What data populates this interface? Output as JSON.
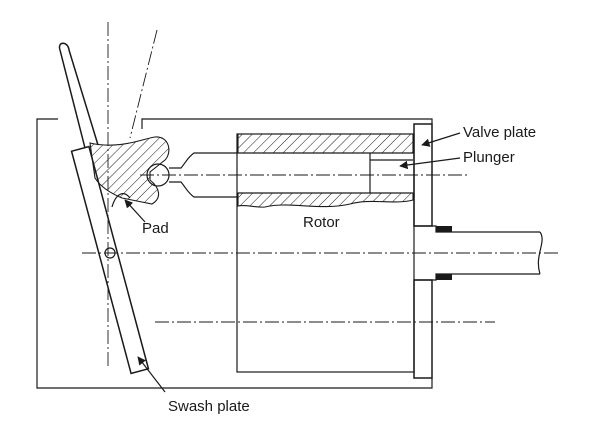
{
  "labels": {
    "valve_plate": "Valve plate",
    "plunger": "Plunger",
    "pad": "Pad",
    "rotor": "Rotor",
    "swash_plate": "Swash plate"
  }
}
